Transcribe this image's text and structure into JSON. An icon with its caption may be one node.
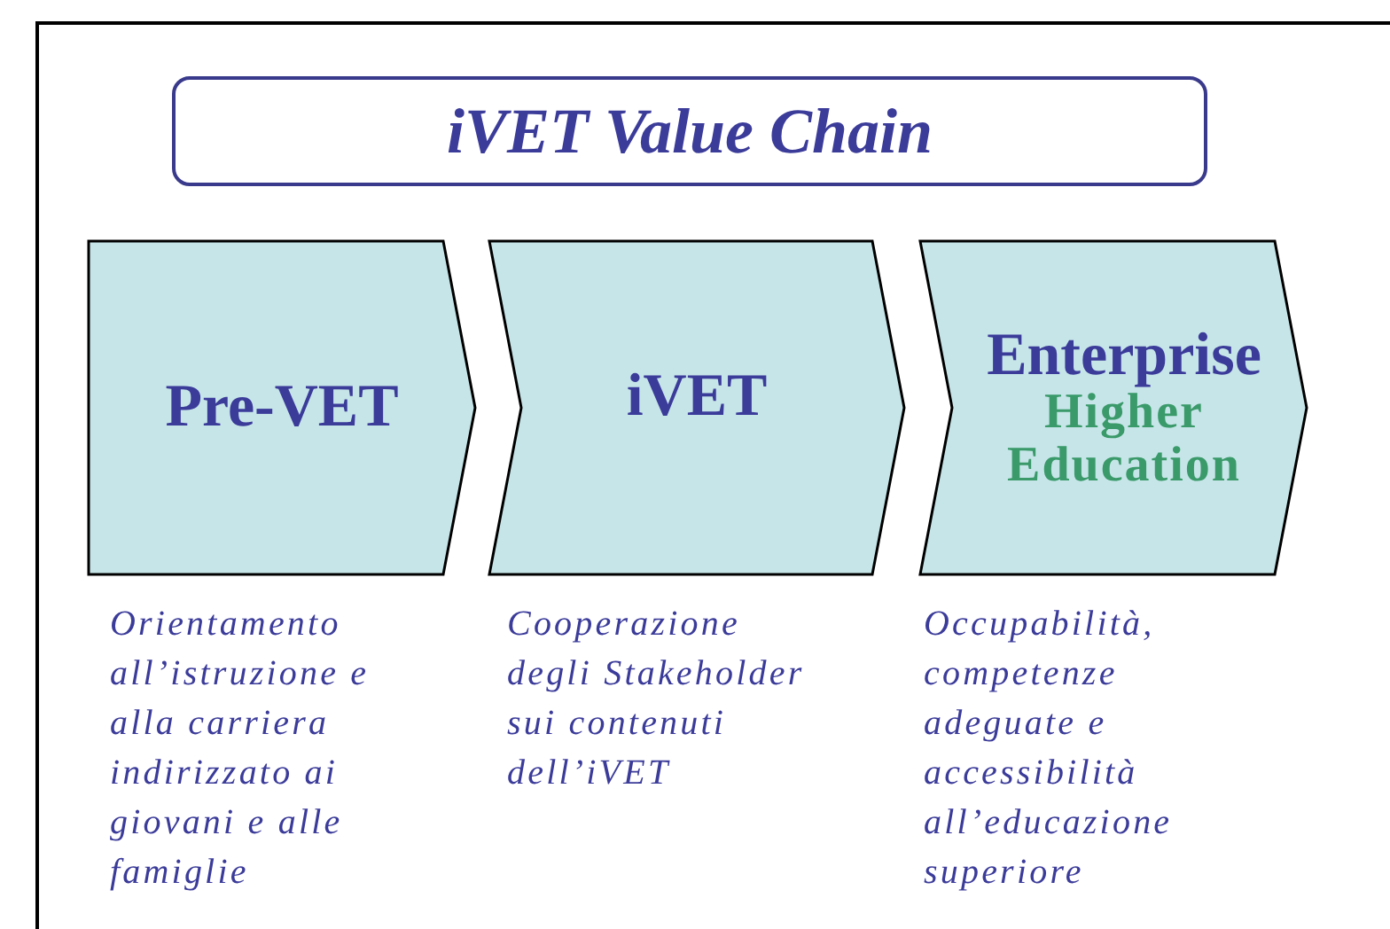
{
  "diagram": {
    "title": "iVET Value Chain",
    "nodes": [
      {
        "text": [
          "Pre-VET"
        ],
        "beside": [
          "Orientamento all’istruzione e alla carriera indirizzato ai giovani e alle famiglie"
        ]
      },
      {
        "text": [
          "iVET"
        ],
        "beside": [
          "Cooperazione degli Stakeholder sui contenuti dell’iVET"
        ]
      },
      {
        "text": [
          "Enterprise",
          "Higher Education"
        ],
        "beside": [
          "Occupabilità, competenze adeguate e accessibilità all’educazione superiore"
        ]
      }
    ]
  }
}
